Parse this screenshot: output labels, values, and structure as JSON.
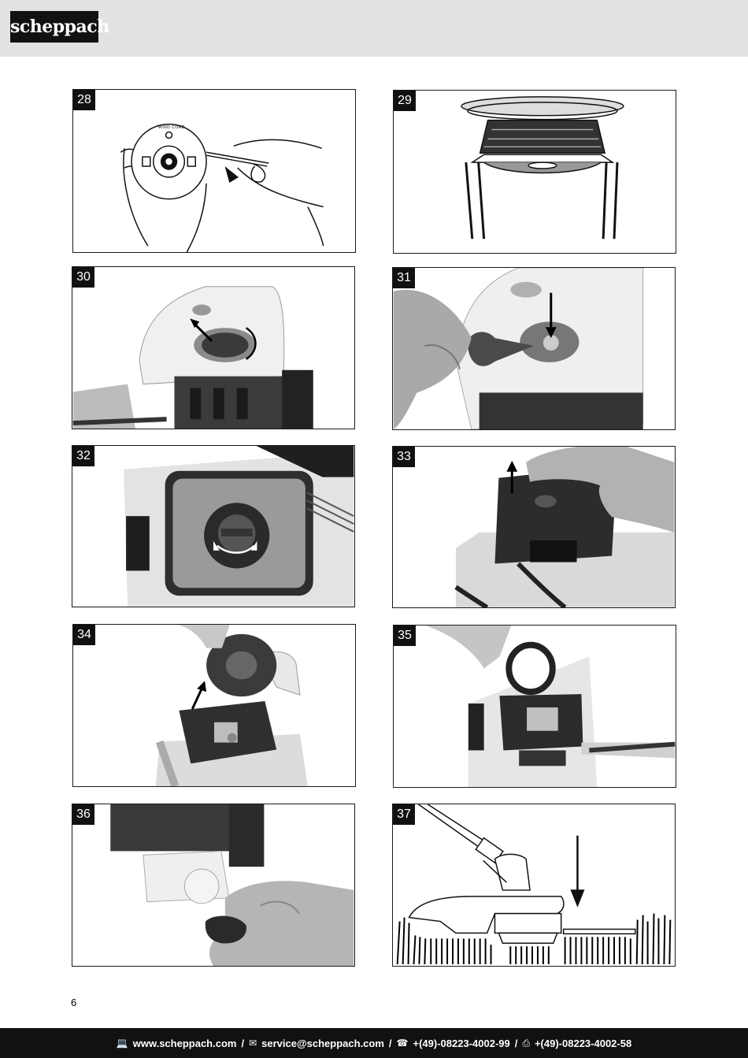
{
  "header": {
    "logo_text": "scheppach"
  },
  "figures": [
    {
      "number": "28",
      "wheel_text": "WIND CORD"
    },
    {
      "number": "29"
    },
    {
      "number": "30"
    },
    {
      "number": "31"
    },
    {
      "number": "32"
    },
    {
      "number": "33"
    },
    {
      "number": "34"
    },
    {
      "number": "35"
    },
    {
      "number": "36"
    },
    {
      "number": "37"
    }
  ],
  "page_number": "6",
  "footer": {
    "website": "www.scheppach.com",
    "email": "service@scheppach.com",
    "phone": "+(49)-08223-4002-99",
    "fax": "+(49)-08223-4002-58",
    "separator": "/",
    "icons": [
      "monitor-icon",
      "mail-icon",
      "phone-icon",
      "fax-icon"
    ]
  }
}
